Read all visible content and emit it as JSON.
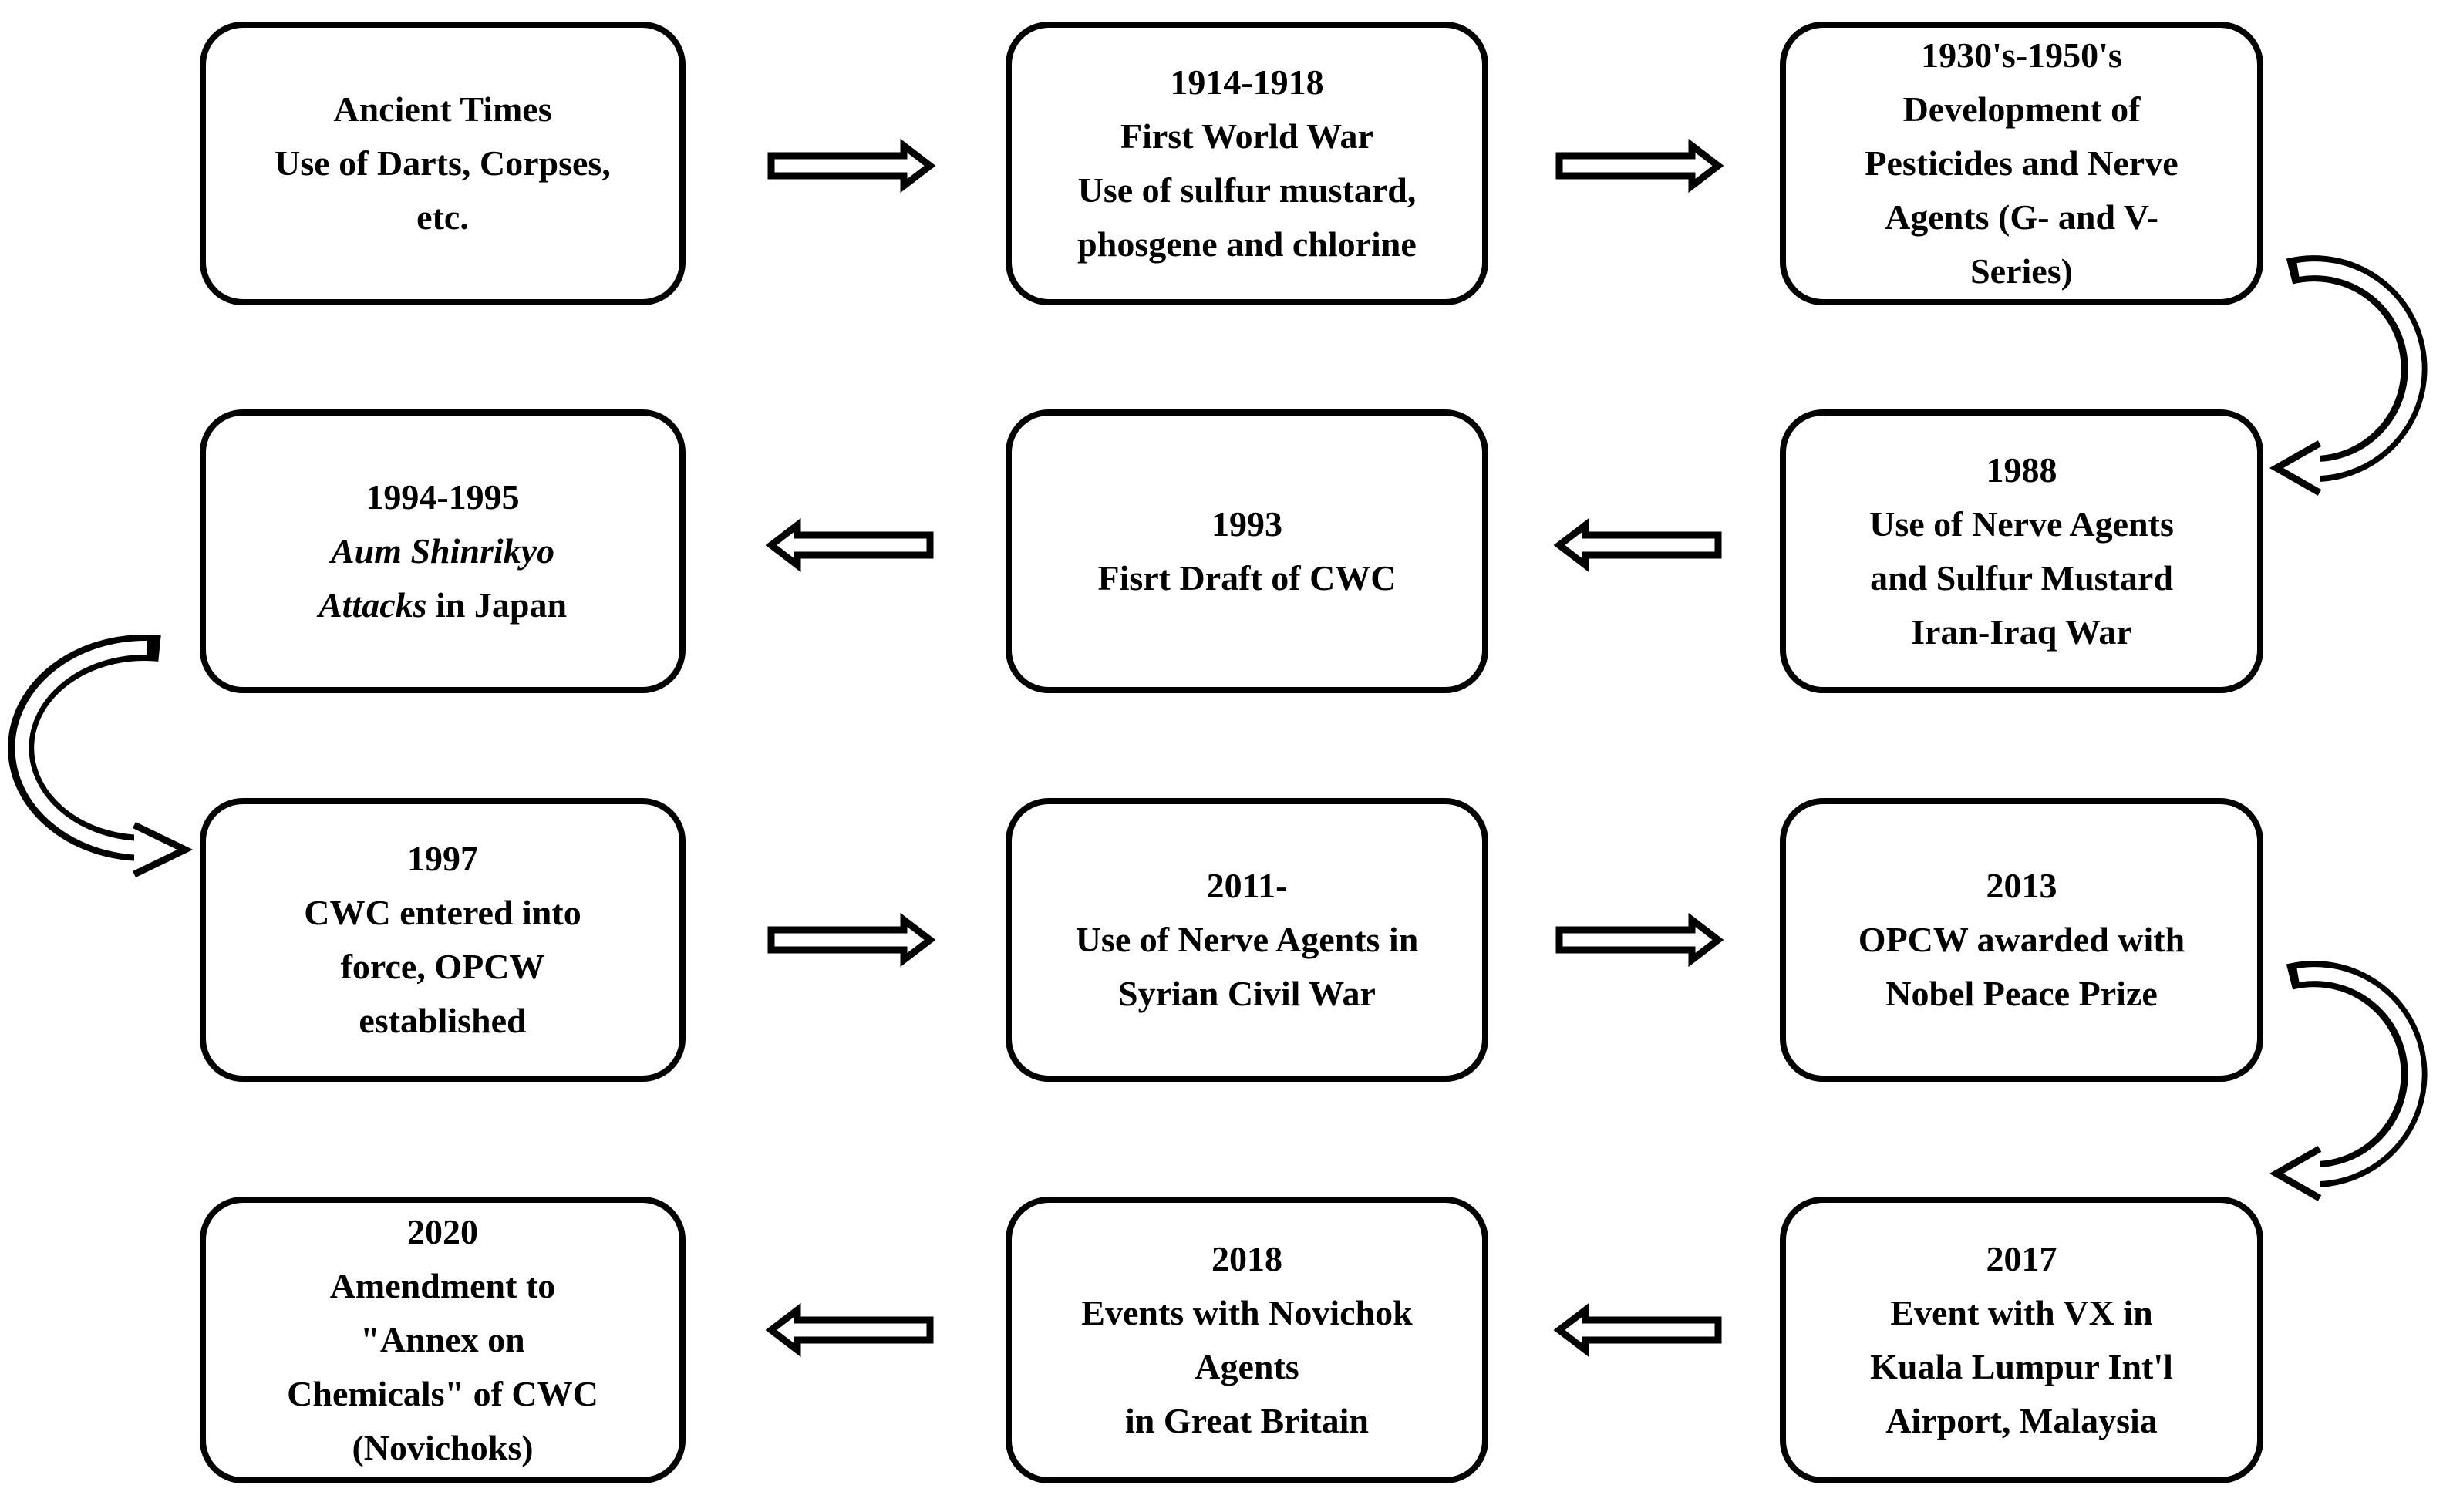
{
  "boxes": [
    {
      "id": "ancient-times",
      "lines": [
        "Ancient Times",
        "Use of Darts, Corpses,",
        "etc."
      ]
    },
    {
      "id": "first-world-war",
      "lines": [
        "1914-1918",
        "First World War",
        "Use of sulfur mustard,",
        "phosgene and chlorine"
      ]
    },
    {
      "id": "pesticides-nerve-agents",
      "lines": [
        "1930's-1950's",
        "Development of",
        "Pesticides and Nerve",
        "Agents (G- and V-",
        "Series)"
      ]
    },
    {
      "id": "iran-iraq-war",
      "lines": [
        "1988",
        "Use of Nerve Agents",
        "and Sulfur Mustard",
        "Iran-Iraq War"
      ]
    },
    {
      "id": "first-draft-cwc",
      "lines": [
        "1993",
        "Fisrt Draft of CWC"
      ]
    },
    {
      "id": "aum-shinrikyo",
      "lines": [
        "1994-1995"
      ],
      "italic_line": "Aum Shinrikyo",
      "mixed_line": {
        "italic": "Attacks",
        "regular": " in Japan"
      }
    },
    {
      "id": "cwc-entered-force",
      "lines": [
        "1997",
        "CWC entered into",
        "force, OPCW",
        "established"
      ]
    },
    {
      "id": "syrian-civil-war",
      "lines": [
        "2011-",
        "Use of Nerve Agents in",
        "Syrian Civil War"
      ]
    },
    {
      "id": "nobel-peace-prize",
      "lines": [
        "2013",
        "OPCW awarded with",
        "Nobel Peace Prize"
      ]
    },
    {
      "id": "kuala-lumpur-vx",
      "lines": [
        "2017",
        "Event with VX in",
        "Kuala Lumpur Int'l",
        "Airport, Malaysia"
      ]
    },
    {
      "id": "novichok-britain",
      "lines": [
        "2018",
        "Events with Novichok",
        "Agents",
        "in Great Britain"
      ]
    },
    {
      "id": "annex-amendment",
      "lines": [
        "2020",
        "Amendment to",
        "\"Annex on",
        "Chemicals\" of CWC",
        "(Novichoks)"
      ]
    }
  ]
}
